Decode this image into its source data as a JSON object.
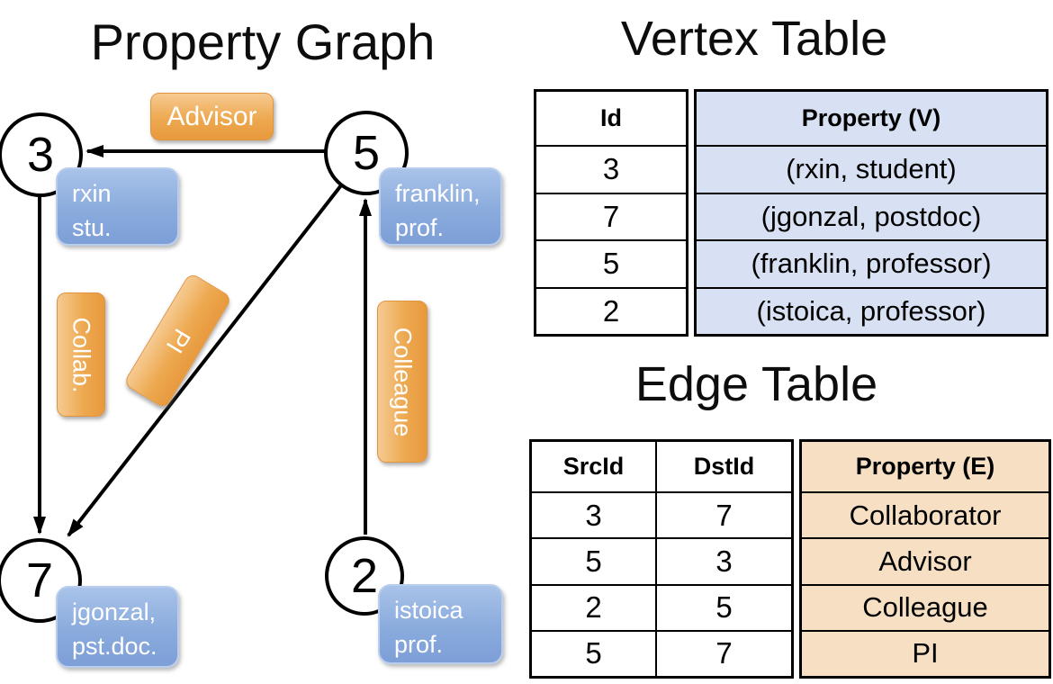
{
  "graph": {
    "title": "Property Graph",
    "vertices": [
      {
        "id": "3",
        "property_line1": "rxin",
        "property_line2": "stu."
      },
      {
        "id": "5",
        "property_line1": "franklin,",
        "property_line2": "prof."
      },
      {
        "id": "7",
        "property_line1": "jgonzal,",
        "property_line2": "pst.doc."
      },
      {
        "id": "2",
        "property_line1": "istoica",
        "property_line2": "prof."
      }
    ],
    "edges": [
      {
        "label": "Advisor",
        "src": "5",
        "dst": "3"
      },
      {
        "label": "Collab.",
        "src": "3",
        "dst": "7"
      },
      {
        "label": "PI",
        "src": "5",
        "dst": "7"
      },
      {
        "label": "Colleague",
        "src": "2",
        "dst": "5"
      }
    ]
  },
  "vertex_table": {
    "title": "Vertex Table",
    "headers": {
      "id": "Id",
      "property": "Property (V)"
    },
    "rows": [
      {
        "id": "3",
        "property": "(rxin, student)"
      },
      {
        "id": "7",
        "property": "(jgonzal, postdoc)"
      },
      {
        "id": "5",
        "property": "(franklin, professor)"
      },
      {
        "id": "2",
        "property": "(istoica, professor)"
      }
    ]
  },
  "edge_table": {
    "title": "Edge Table",
    "headers": {
      "src": "SrcId",
      "dst": "DstId",
      "property": "Property (E)"
    },
    "rows": [
      {
        "src": "3",
        "dst": "7",
        "property": "Collaborator"
      },
      {
        "src": "5",
        "dst": "3",
        "property": "Advisor"
      },
      {
        "src": "2",
        "dst": "5",
        "property": "Colleague"
      },
      {
        "src": "5",
        "dst": "7",
        "property": "PI"
      }
    ]
  },
  "colors": {
    "edge_label_orange": "#eca04a",
    "vertex_label_blue": "#8aabdd",
    "vertex_table_property_bg": "#d8e1f3",
    "edge_table_property_bg": "#f7dfc3",
    "line_black": "#000000"
  }
}
